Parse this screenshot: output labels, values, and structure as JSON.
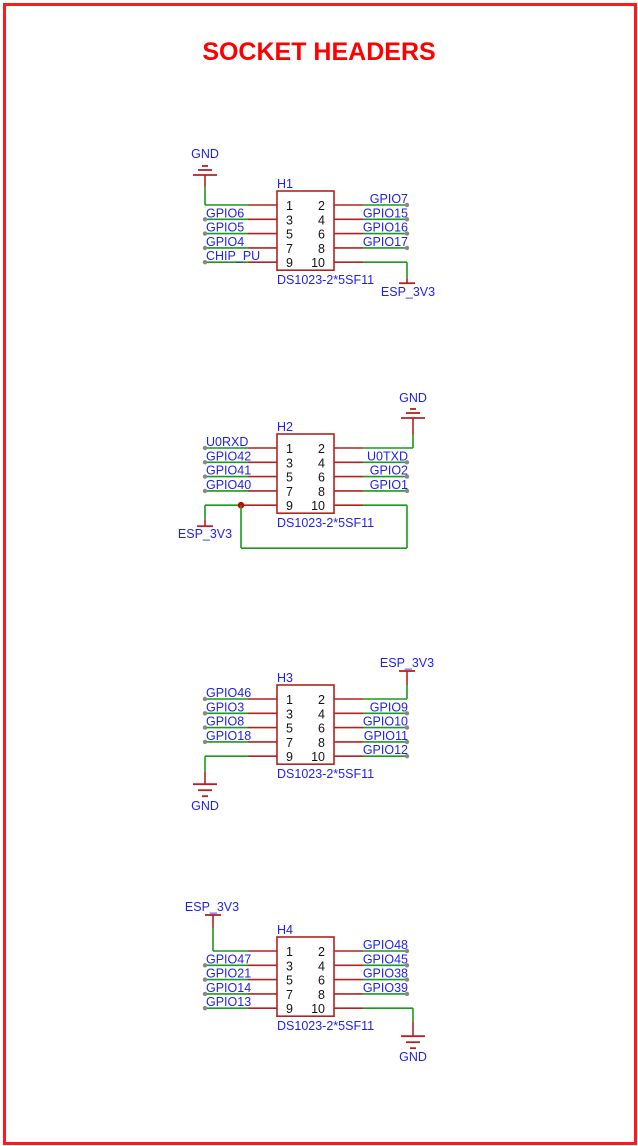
{
  "title": "SOCKET HEADERS",
  "colors": {
    "title": "#ff0000",
    "border": "#ff1a1a",
    "net_label": "#1f1fe8",
    "wire": "#1a9a1a",
    "pin_wire": "#b22222",
    "symbol_outline": "#b22222",
    "junction": "#cc0000",
    "pin_end": "#888888"
  },
  "headers": [
    {
      "designator": "H1",
      "part": "DS1023-2*5SF11",
      "pins_left": [
        {
          "num": "1",
          "net": "GND",
          "net_kind": "power-gnd-top"
        },
        {
          "num": "3",
          "net": "GPIO6"
        },
        {
          "num": "5",
          "net": "GPIO5"
        },
        {
          "num": "7",
          "net": "GPIO4"
        },
        {
          "num": "9",
          "net": "CHIP_PU"
        }
      ],
      "pins_right": [
        {
          "num": "2",
          "net": "GPIO7"
        },
        {
          "num": "4",
          "net": "GPIO15"
        },
        {
          "num": "6",
          "net": "GPIO16"
        },
        {
          "num": "8",
          "net": "GPIO17"
        },
        {
          "num": "10",
          "net": "ESP_3V3",
          "net_kind": "power-bottom"
        }
      ]
    },
    {
      "designator": "H2",
      "part": "DS1023-2*5SF11",
      "pins_left": [
        {
          "num": "1",
          "net": "U0RXD"
        },
        {
          "num": "3",
          "net": "GPIO42"
        },
        {
          "num": "5",
          "net": "GPIO41"
        },
        {
          "num": "7",
          "net": "GPIO40"
        },
        {
          "num": "9",
          "net": "ESP_3V3",
          "net_kind": "power-bottom-junction"
        }
      ],
      "pins_right": [
        {
          "num": "2",
          "net": "GND",
          "net_kind": "power-gnd-top"
        },
        {
          "num": "4",
          "net": "U0TXD"
        },
        {
          "num": "6",
          "net": "GPIO2"
        },
        {
          "num": "8",
          "net": "GPIO1"
        },
        {
          "num": "10",
          "net": "ESP_3V3",
          "net_kind": "loop-to-pin9"
        }
      ]
    },
    {
      "designator": "H3",
      "part": "DS1023-2*5SF11",
      "pins_left": [
        {
          "num": "1",
          "net": "GPIO46"
        },
        {
          "num": "3",
          "net": "GPIO3"
        },
        {
          "num": "5",
          "net": "GPIO8"
        },
        {
          "num": "7",
          "net": "GPIO18"
        },
        {
          "num": "9",
          "net": "GND",
          "net_kind": "power-gnd-bottom"
        }
      ],
      "pins_right": [
        {
          "num": "2",
          "net": "ESP_3V3",
          "net_kind": "power-top"
        },
        {
          "num": "4",
          "net": "GPIO9"
        },
        {
          "num": "6",
          "net": "GPIO10"
        },
        {
          "num": "8",
          "net": "GPIO11"
        },
        {
          "num": "10",
          "net": "GPIO12"
        }
      ]
    },
    {
      "designator": "H4",
      "part": "DS1023-2*5SF11",
      "pins_left": [
        {
          "num": "1",
          "net": "ESP_3V3",
          "net_kind": "power-top"
        },
        {
          "num": "3",
          "net": "GPIO47"
        },
        {
          "num": "5",
          "net": "GPIO21"
        },
        {
          "num": "7",
          "net": "GPIO14"
        },
        {
          "num": "9",
          "net": "GPIO13"
        }
      ],
      "pins_right": [
        {
          "num": "2",
          "net": "GPIO48"
        },
        {
          "num": "4",
          "net": "GPIO45"
        },
        {
          "num": "6",
          "net": "GPIO38"
        },
        {
          "num": "8",
          "net": "GPIO39"
        },
        {
          "num": "10",
          "net": "GND",
          "net_kind": "power-gnd-bottom"
        }
      ]
    }
  ]
}
